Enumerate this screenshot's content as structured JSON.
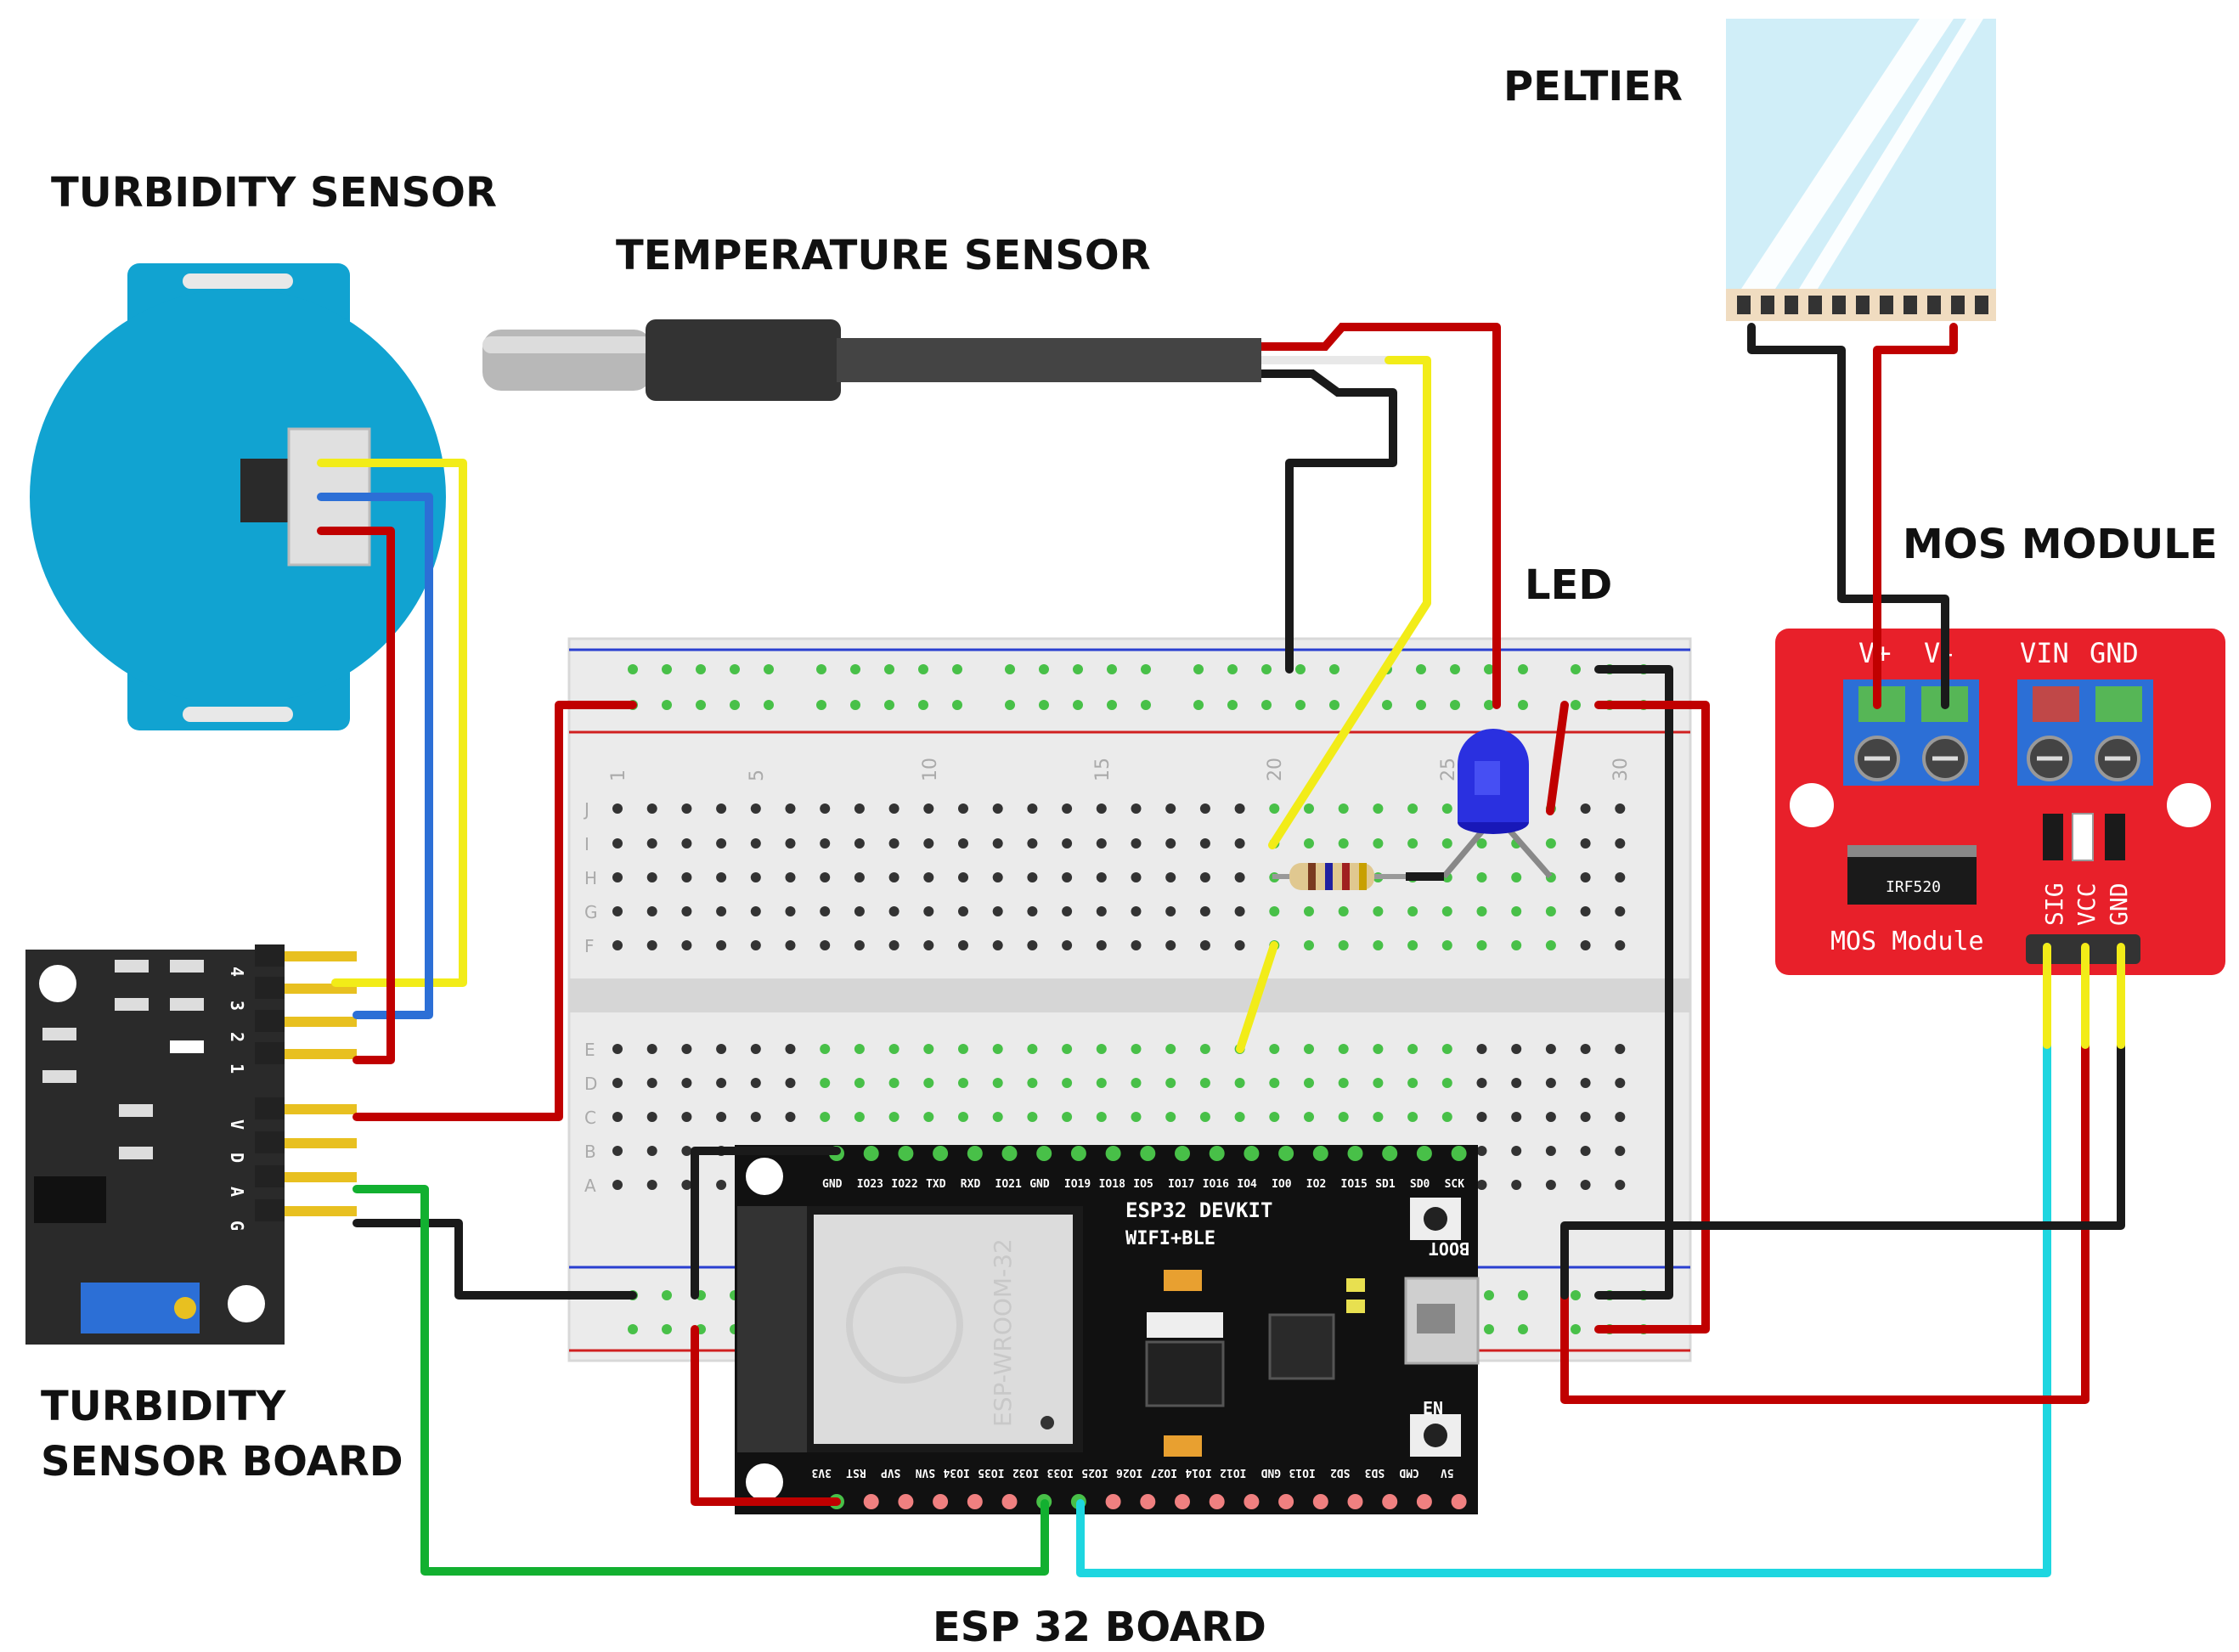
{
  "labels": {
    "peltier": "PELTIER",
    "turbidity_sensor": "TURBIDITY SENSOR",
    "temperature_sensor": "TEMPERATURE SENSOR",
    "led": "LED",
    "mos_module": "MOS MODULE",
    "turbidity_board_line1": "TURBIDITY",
    "turbidity_board_line2": "SENSOR BOARD",
    "esp32_board": "ESP 32 BOARD"
  },
  "esp32": {
    "title": "ESP32 DEVKIT",
    "subtitle": "WIFI+BLE",
    "module_text": "ESP-WROOM-32",
    "boot": "BOOT",
    "en": "EN",
    "top_pins": [
      "GND",
      "IO23",
      "IO22",
      "TXD",
      "RXD",
      "IO21",
      "GND",
      "IO19",
      "IO18",
      "IO5",
      "IO17",
      "IO16",
      "IO4",
      "IO0",
      "IO2",
      "IO15",
      "SD1",
      "SD0",
      "SCK"
    ],
    "bottom_pins": [
      "3V3",
      "RST",
      "SVP",
      "SVN",
      "IO34",
      "IO35",
      "IO32",
      "IO33",
      "IO25",
      "IO26",
      "IO27",
      "IO14",
      "IO12",
      "GND",
      "IO13",
      "SD2",
      "SD3",
      "CMD",
      "5V"
    ]
  },
  "mos": {
    "terminals": [
      "V+",
      "V-",
      "VIN",
      "GND"
    ],
    "pins": [
      "SIG",
      "VCC",
      "GND"
    ],
    "chip": "IRF520",
    "label": "MOS Module"
  },
  "turbidity_board": {
    "top_pins": [
      "4",
      "3",
      "2",
      "1"
    ],
    "bottom_pins": [
      "V",
      "D",
      "A",
      "G"
    ]
  },
  "breadboard": {
    "row_labels": [
      "J",
      "I",
      "H",
      "G",
      "F",
      "E",
      "D",
      "C",
      "B",
      "A"
    ],
    "column_numbers": [
      "1",
      "5",
      "10",
      "15",
      "20",
      "25",
      "30"
    ]
  },
  "colors": {
    "red": "#c00000",
    "black": "#1a1a1a",
    "yellow": "#f2ec18",
    "blue": "#2c6fd6",
    "green": "#12b030",
    "cyan": "#1ed6e0",
    "sensor_blue": "#11a3d1",
    "mos_red": "#e8202a"
  }
}
